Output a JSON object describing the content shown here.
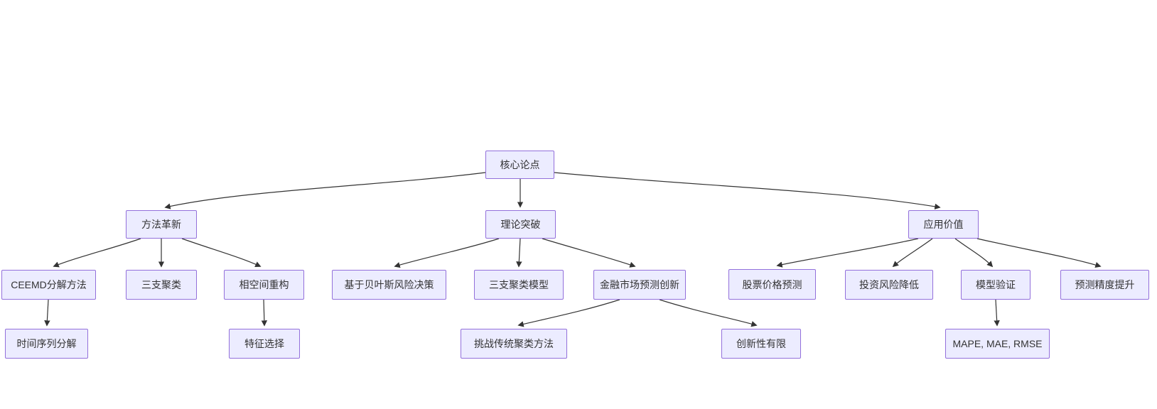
{
  "diagram": {
    "type": "flowchart-tree",
    "background_color": "#ffffff",
    "node_fill_color": "#ECECFF",
    "node_border_color": "#9370DB",
    "edge_color": "#333333",
    "text_color": "#333333",
    "nodes": {
      "root": "核心论点",
      "method": "方法革新",
      "theory": "理论突破",
      "application": "应用价值",
      "ceemd": "CEEMD分解方法",
      "three_way": "三支聚类",
      "phase_space": "相空间重构",
      "bayes": "基于贝叶斯风险决策",
      "three_way_model": "三支聚类模型",
      "fin_innovation": "金融市场预测创新",
      "stock": "股票价格预测",
      "risk": "投资风险降低",
      "validation": "模型验证",
      "accuracy": "预测精度提升",
      "time_series": "时间序列分解",
      "feature_sel": "特征选择",
      "challenge": "挑战传统聚类方法",
      "limited": "创新性有限",
      "metrics": "MAPE, MAE, RMSE"
    },
    "edges": [
      {
        "from": "核心论点",
        "to": "方法革新"
      },
      {
        "from": "核心论点",
        "to": "理论突破"
      },
      {
        "from": "核心论点",
        "to": "应用价值"
      },
      {
        "from": "方法革新",
        "to": "CEEMD分解方法"
      },
      {
        "from": "方法革新",
        "to": "三支聚类"
      },
      {
        "from": "方法革新",
        "to": "相空间重构"
      },
      {
        "from": "CEEMD分解方法",
        "to": "时间序列分解"
      },
      {
        "from": "相空间重构",
        "to": "特征选择"
      },
      {
        "from": "理论突破",
        "to": "基于贝叶斯风险决策"
      },
      {
        "from": "理论突破",
        "to": "三支聚类模型"
      },
      {
        "from": "理论突破",
        "to": "金融市场预测创新"
      },
      {
        "from": "金融市场预测创新",
        "to": "挑战传统聚类方法"
      },
      {
        "from": "金融市场预测创新",
        "to": "创新性有限"
      },
      {
        "from": "应用价值",
        "to": "股票价格预测"
      },
      {
        "from": "应用价值",
        "to": "投资风险降低"
      },
      {
        "from": "应用价值",
        "to": "模型验证"
      },
      {
        "from": "应用价值",
        "to": "预测精度提升"
      },
      {
        "from": "模型验证",
        "to": "MAPE, MAE, RMSE"
      }
    ]
  }
}
